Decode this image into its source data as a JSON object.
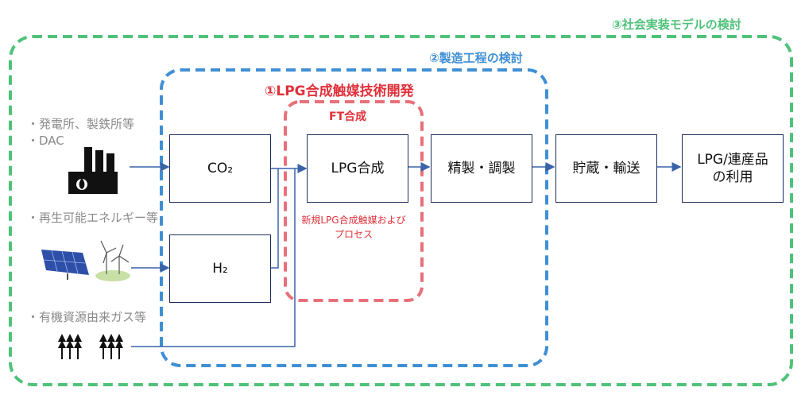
{
  "regions": {
    "outer": "③社会実装モデルの検討",
    "middle": "②製造工程の検討",
    "inner": "①LPG合成触媒技術開発",
    "ft": "FT合成"
  },
  "sources": {
    "power": [
      "・発電所、製鉄所等",
      "・DAC"
    ],
    "renewable": "・再生可能エネルギー等",
    "bio": "・有機資源由来ガス等"
  },
  "boxes": {
    "co2": "CO₂",
    "h2": "H₂",
    "lpg": "LPG合成",
    "refine": "精製・調製",
    "storage": "貯蔵・輸送",
    "use": [
      "LPG/連産品",
      "の利用"
    ]
  },
  "note": [
    "新規LPG合成触媒および",
    "プロセス"
  ],
  "colors": {
    "green": "#4fc27a",
    "blue": "#3f8fd4",
    "red": "#e0303a",
    "arrow": "#3a64a8"
  }
}
